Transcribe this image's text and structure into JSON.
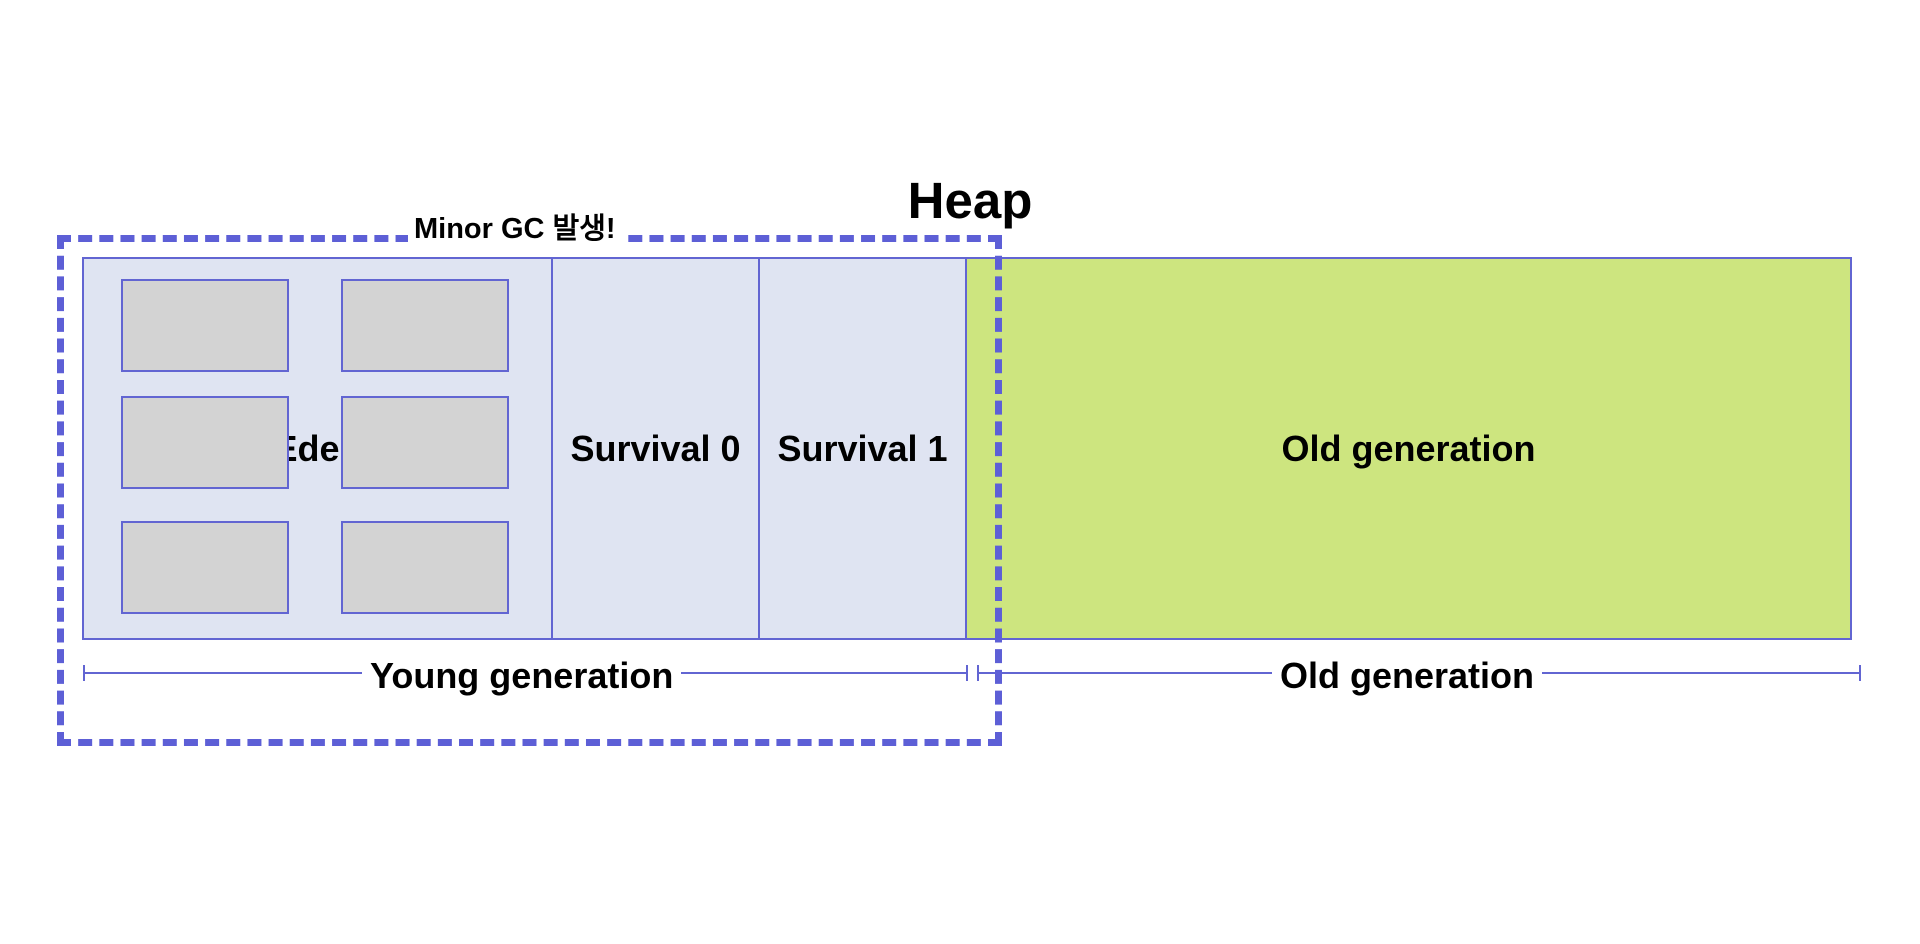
{
  "diagram": {
    "title": "Heap",
    "regions": {
      "eden": "Eden",
      "survival0": "Survival 0",
      "survival1": "Survival 1",
      "old": "Old generation"
    },
    "ranges": {
      "young": "Young generation",
      "old": "Old generation"
    },
    "event_label": "Minor GC 발생!",
    "eden_object_count": 6
  },
  "colors": {
    "outline": "#6265d2",
    "young_fill": "#dfe4f2",
    "old_fill": "#cde57f",
    "object_fill": "#d3d3d3"
  }
}
